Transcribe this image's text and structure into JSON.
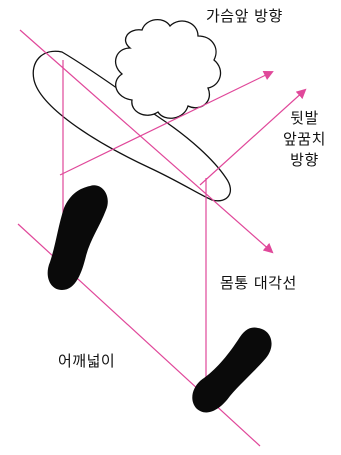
{
  "labels": {
    "chest_direction": "가슴앞 방향",
    "heel_toe_direction": [
      "뒷발",
      "앞꿈치",
      "방향"
    ],
    "torso_diagonal": "몸통 대각선",
    "shoulder_width": "어깨넓이"
  },
  "colors": {
    "guide_line": "#e0489a",
    "outline": "#111111",
    "foot_fill": "#0a0a0a",
    "background": "#ffffff"
  }
}
